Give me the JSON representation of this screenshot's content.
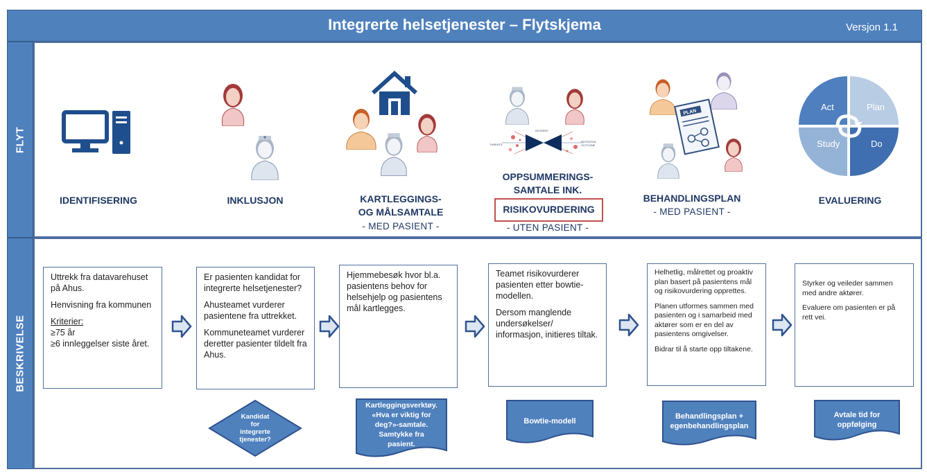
{
  "header": {
    "title": "Integrerte helsetjenester – Flytskjema",
    "version": "Versjon 1.1"
  },
  "lanes": {
    "flow": "FLYT",
    "description": "BESKRIVELSE"
  },
  "steps": [
    {
      "label_line1": "IDENTIFISERING",
      "label_line2": "",
      "sub": ""
    },
    {
      "label_line1": "INKLUSJON",
      "label_line2": "",
      "sub": ""
    },
    {
      "label_line1": "KARTLEGGINGS-",
      "label_line2": "OG MÅLSAMTALE",
      "sub": "- MED PASIENT -"
    },
    {
      "label_line1": "OPPSUMMERINGS-",
      "label_line2": "SAMTALE INK.",
      "risk": "RISIKOVURDERING",
      "sub": "- UTEN PASIENT -"
    },
    {
      "label_line1": "BEHANDLINGSPLAN",
      "label_line2": "",
      "sub": "- MED PASIENT -"
    },
    {
      "label_line1": "EVALUERING",
      "label_line2": "",
      "sub": ""
    }
  ],
  "pdsa": {
    "act": "Act",
    "plan": "Plan",
    "study": "Study",
    "do": "Do"
  },
  "bowtie": {
    "threats": "THREATS",
    "incident": "INCIDENT",
    "potential": "POTENTIAL",
    "outcome": "OUTCOME"
  },
  "plan_doc": "PLAN",
  "descriptions": [
    {
      "p1": "Uttrekk fra datavarehuset på Ahus.",
      "p2": "Henvisning fra kommunen",
      "p3_title": "Kriterier:",
      "p3_l1": "≥75 år",
      "p3_l2": "≥6 innleggelser siste året."
    },
    {
      "p1": "Er pasienten kandidat for integrerte helsetjenester?",
      "p2": "Ahusteamet vurderer pasientene fra uttrekket.",
      "p3": "Kommuneteamet vurderer deretter pasienter tildelt fra Ahus."
    },
    {
      "p1": "Hjemmebesøk hvor bl.a. pasientens behov for helsehjelp og pasientens mål kartlegges."
    },
    {
      "p1": "Teamet risikovurderer pasienten etter bowtie-modellen.",
      "p2": "Dersom manglende undersøkelser/ informasjon, initieres tiltak."
    },
    {
      "p1": "Helhetlig, målrettet og proaktiv plan basert på pasientens mål og risikovurdering opprettes.",
      "p2": "Planen utformes sammen med pasienten og i samarbeid med aktører som er en del av pasientens omgivelser.",
      "p3": "Bidrar til å starte opp tiltakene."
    },
    {
      "p1": "Styrker og veileder sammen med andre aktører.",
      "p2": "Evaluere om pasienten er på rett vei."
    }
  ],
  "outputs": {
    "decision": {
      "l1": "Kandidat",
      "l2": "for",
      "l3": "integrerte",
      "l4": "tjenester?"
    },
    "tool": {
      "l1": "Kartleggingsverktøy.",
      "l2": "«Hva er viktig for",
      "l3": "deg?»-samtale.",
      "l4": "Samtykke fra",
      "l5": "pasient."
    },
    "bowtie_model": "Bowtie-modell",
    "plan": {
      "l1": "Behandlingsplan +",
      "l2": "egenbehandlingsplan"
    },
    "followup": {
      "l1": "Avtale tid for",
      "l2": "oppfølging"
    }
  },
  "colors": {
    "primary": "#4f81bd",
    "dark_blue": "#1f3864",
    "risk_border": "#c0504d",
    "icon_blue": "#1f4e8c"
  }
}
